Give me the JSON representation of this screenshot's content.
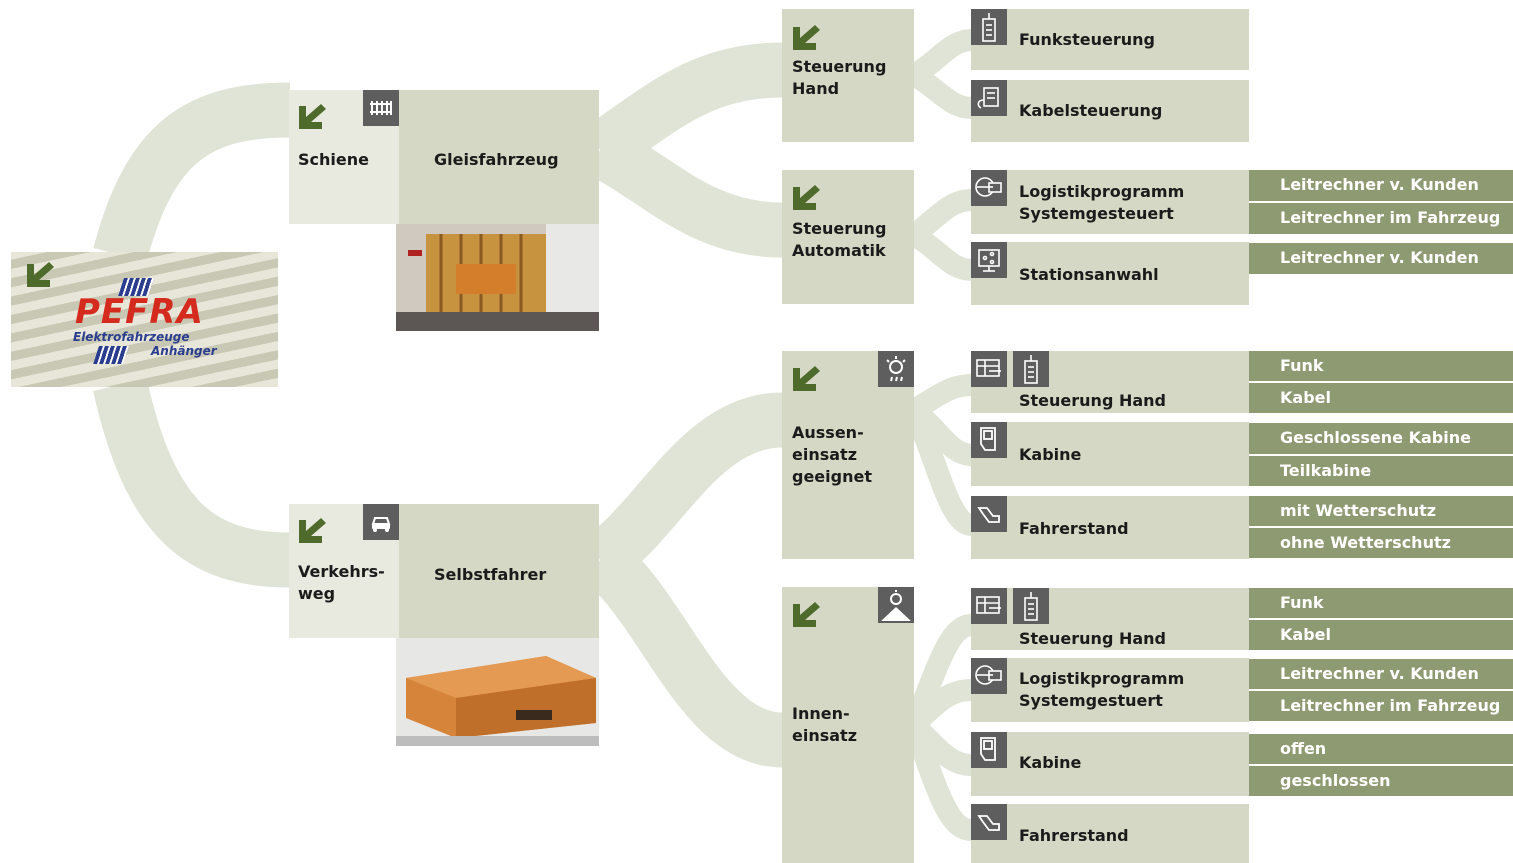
{
  "colors": {
    "accent_green": "#4f6b2c",
    "box_light": "#e8e9df",
    "box_mid": "#d4d8c4",
    "option_bar": "#8e9a72",
    "flow": "#dfe4d6",
    "icon_bg": "#5e5e5e"
  },
  "logo": {
    "brand": "PEFRA",
    "line1": "Elektrofahrzeuge",
    "line2": "Anhänger",
    "icon": "arrow-down-left-icon"
  },
  "level1": {
    "schiene": {
      "label": "Schiene",
      "type": "Gleisfahrzeug",
      "icon": "rail-track-icon"
    },
    "verkehrsweg": {
      "label": "Verkehrs-\nweg",
      "type": "Selbstfahrer",
      "icon": "car-icon"
    }
  },
  "level2": {
    "steuerung_hand": {
      "label": "Steuerung\nHand"
    },
    "steuerung_automatik": {
      "label": "Steuerung\nAutomatik"
    },
    "aussen": {
      "label": "Aussen-\neinsatz\ngeeignet",
      "icon": "weather-icon"
    },
    "innen": {
      "label": "Innen-\neinsatz",
      "icon": "indoor-icon"
    }
  },
  "leaves": {
    "funksteuerung": "Funksteuerung",
    "kabelsteuerung": "Kabelsteuerung",
    "logistik1": "Logistikprogramm\nSystemgesteuert",
    "stationsanwahl": "Stationsanwahl",
    "aussen_steuerung": "Steuerung Hand",
    "aussen_kabine": "Kabine",
    "aussen_fahrerstand": "Fahrerstand",
    "innen_steuerung": "Steuerung Hand",
    "innen_logistik": "Logistikprogramm\nSystemgestuert",
    "innen_kabine": "Kabine",
    "innen_fahrerstand": "Fahrerstand"
  },
  "options": {
    "logistik1": [
      "Leitrechner v. Kunden",
      "Leitrechner im Fahrzeug"
    ],
    "stationsanwahl": [
      "Leitrechner v. Kunden"
    ],
    "aussen_steuerung": [
      "Funk",
      "Kabel"
    ],
    "aussen_kabine": [
      "Geschlossene Kabine",
      "Teilkabine"
    ],
    "aussen_fahrerstand": [
      "mit Wetterschutz",
      "ohne Wetterschutz"
    ],
    "innen_steuerung": [
      "Funk",
      "Kabel"
    ],
    "innen_logistik": [
      "Leitrechner v. Kunden",
      "Leitrechner im Fahrzeug"
    ],
    "innen_kabine": [
      "offen",
      "geschlossen"
    ]
  }
}
